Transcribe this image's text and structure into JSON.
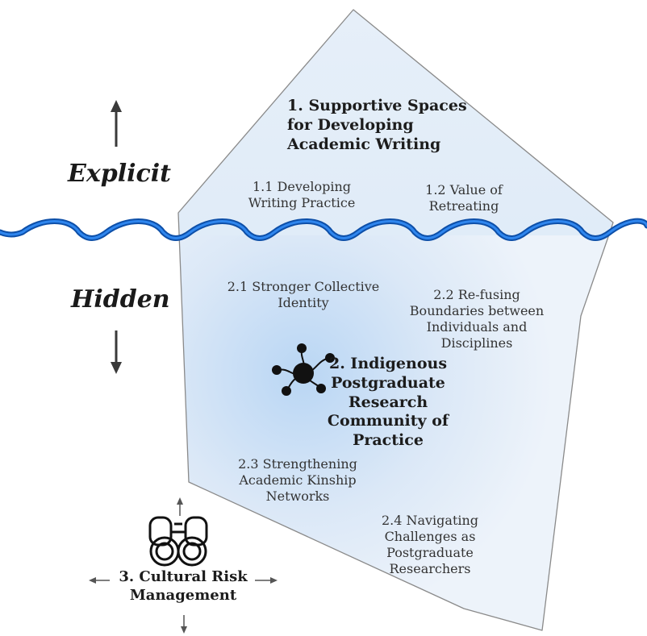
{
  "labels": {
    "explicit": "Explicit",
    "hidden": "Hidden"
  },
  "themes": {
    "t1": {
      "title": "1.  Supportive Spaces for Developing Academic Writing",
      "subthemes": [
        "1.1 Developing Writing Practice",
        "1.2 Value of Retreating"
      ]
    },
    "t2": {
      "title": "2. Indigenous Postgraduate Research Community of Practice",
      "subthemes": [
        "2.1 Stronger Collective Identity",
        "2.2 Re-fusing Boundaries between Individuals and Disciplines",
        "2.3 Strengthening Academic Kinship Networks",
        "2.4 Navigating Challenges as Postgraduate Researchers"
      ]
    },
    "t3": {
      "title": "3. Cultural Risk Management"
    }
  },
  "icons": {
    "network": "network-hub-icon",
    "binoculars": "binoculars-icon",
    "arrow_up": "arrow-up-icon",
    "arrow_down": "arrow-down-icon"
  },
  "colors": {
    "iceberg_fill": "#dce9f7",
    "iceberg_stroke": "#8a8a8a",
    "wave": "#1f6fd6",
    "hidden_glow": "#b9d6f4",
    "arrow": "#3a3a3a"
  }
}
